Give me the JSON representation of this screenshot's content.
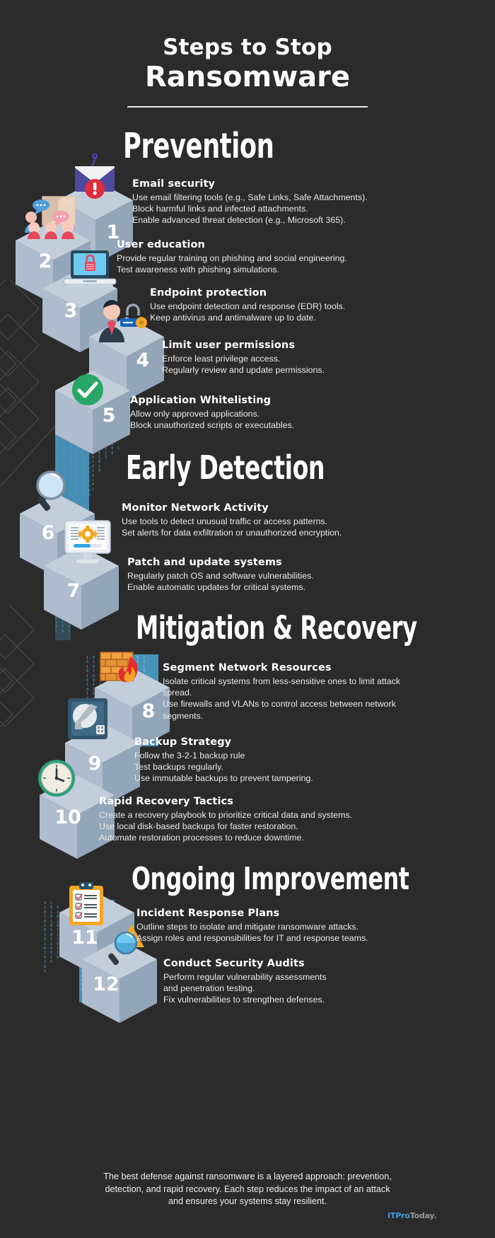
{
  "header": {
    "title_small": "Steps to Stop",
    "title_large": "Ransomware"
  },
  "sections": [
    {
      "id": "prevention",
      "label": "Prevention"
    },
    {
      "id": "early-detection",
      "label": "Early Detection"
    },
    {
      "id": "mitigation-recovery",
      "label": "Mitigation & Recovery"
    },
    {
      "id": "ongoing-improvement",
      "label": "Ongoing Improvement"
    }
  ],
  "steps": [
    {
      "number": "1",
      "title": "Email security",
      "icon": "email-phishing-icon",
      "lines": [
        "Use email filtering tools (e.g., Safe Links, Safe Attachments).",
        "Block harmful links and infected attachments.",
        "Enable advanced threat detection (e.g., Microsoft 365)."
      ]
    },
    {
      "number": "2",
      "title": "User education",
      "icon": "training-group-icon",
      "lines": [
        "Provide regular training on phishing and social engineering.",
        "Test awareness with phishing simulations."
      ]
    },
    {
      "number": "3",
      "title": "Endpoint protection",
      "icon": "laptop-lock-icon",
      "lines": [
        "Use endpoint detection and response (EDR) tools.",
        "Keep antivirus and antimalware up to date."
      ]
    },
    {
      "number": "4",
      "title": "Limit user permissions",
      "icon": "user-key-icon",
      "lines": [
        "Enforce least privilege access.",
        "Regularly review and update permissions."
      ]
    },
    {
      "number": "5",
      "title": "Application Whitelisting",
      "icon": "green-check-icon",
      "lines": [
        "Allow only approved applications.",
        "Block unauthorized scripts or executables."
      ]
    },
    {
      "number": "6",
      "title": "Monitor Network Activity",
      "icon": "magnifier-icon",
      "lines": [
        "Use tools to detect unusual traffic or access patterns.",
        "Set alerts for data exfiltration or unauthorized encryption."
      ]
    },
    {
      "number": "7",
      "title": "Patch and update systems",
      "icon": "monitor-gear-icon",
      "lines": [
        "Regularly patch OS and software vulnerabilities.",
        "Enable automatic updates for critical systems."
      ]
    },
    {
      "number": "8",
      "title": "Segment Network Resources",
      "icon": "firewall-icon",
      "lines": [
        "Isolate critical systems from less-sensitive ones to limit attack spread.",
        "Use firewalls and VLANs to control access between network segments."
      ]
    },
    {
      "number": "9",
      "title": "Backup Strategy",
      "icon": "hard-disk-icon",
      "lines": [
        "Follow the 3-2-1 backup rule",
        "Test backups regularly.",
        "Use immutable backups to prevent tampering."
      ]
    },
    {
      "number": "10",
      "title": "Rapid Recovery Tactics",
      "icon": "clock-icon",
      "lines": [
        "Create a recovery playbook to prioritize critical data and systems.",
        "Use local disk-based backups for faster restoration.",
        "Automate restoration processes to reduce downtime."
      ]
    },
    {
      "number": "11",
      "title": "Incident Response Plans",
      "icon": "clipboard-checklist-icon",
      "lines": [
        "Outline steps to isolate and mitigate ransomware attacks.",
        "Assign roles and responsibilities for IT and response teams."
      ]
    },
    {
      "number": "12",
      "title": "Conduct Security Audits",
      "icon": "audit-magnifier-icon",
      "lines": [
        "Perform regular vulnerability assessments",
        "and penetration testing.",
        "Fix vulnerabilities to strengthen defenses."
      ]
    }
  ],
  "footer": {
    "lines": [
      "The best defense against ransomware is a layered approach: prevention,",
      "detection, and rapid recovery. Each step reduces the impact of an attack",
      "and ensures your systems stay resilient."
    ],
    "logo_primary": "ITPro",
    "logo_secondary": "Today."
  },
  "colors": {
    "background": "#2b2b2b",
    "cube_top": "#c3cedb",
    "cube_left": "#aebccd",
    "cube_right": "#93a5b8",
    "accent_blue": "#4fa8d8",
    "logo_blue": "#3f9fe0",
    "green_check": "#27a665",
    "alert_red": "#e02b3c",
    "heading_white": "#ffffff"
  }
}
